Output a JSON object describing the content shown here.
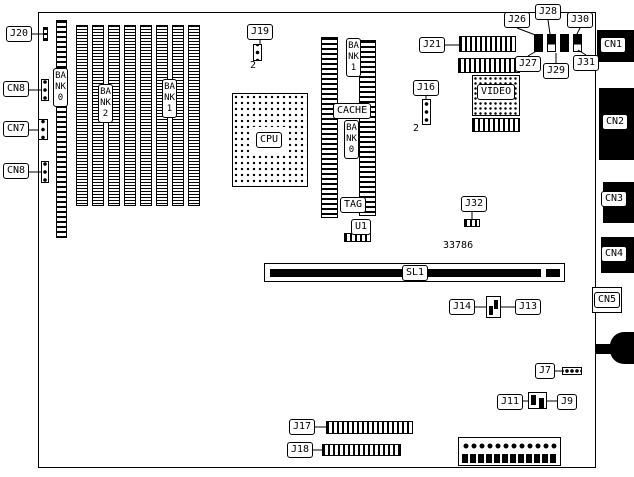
{
  "board": {
    "part_number": "33786",
    "labels": {
      "j20": "J20",
      "cn8_upper": "CN8",
      "cn7": "CN7",
      "cn8_lower": "CN8",
      "bank0_simm": "BANK0",
      "bank2_simm": "BANK2",
      "bank1_simm": "BANK1",
      "j19": "J19",
      "j19_pin": "2",
      "cpu": "CPU",
      "cache_bank1": "BANK1",
      "cache": "CACHE",
      "cache_bank0": "BANK0",
      "tag": "TAG",
      "u1": "U1",
      "j21": "J21",
      "j26": "J26",
      "j28": "J28",
      "j30": "J30",
      "j27": "J27",
      "j29": "J29",
      "j31": "J31",
      "cn1": "CN1",
      "video": "VIDEO",
      "j16": "J16",
      "j16_pin": "2",
      "cn2": "CN2",
      "j32": "J32",
      "cn3": "CN3",
      "cn4": "CN4",
      "sl1": "SL1",
      "cn5": "CN5",
      "j14": "J14",
      "j13": "J13",
      "j7": "J7",
      "j11": "J11",
      "j9": "J9",
      "j17": "J17",
      "j18": "J18"
    }
  }
}
